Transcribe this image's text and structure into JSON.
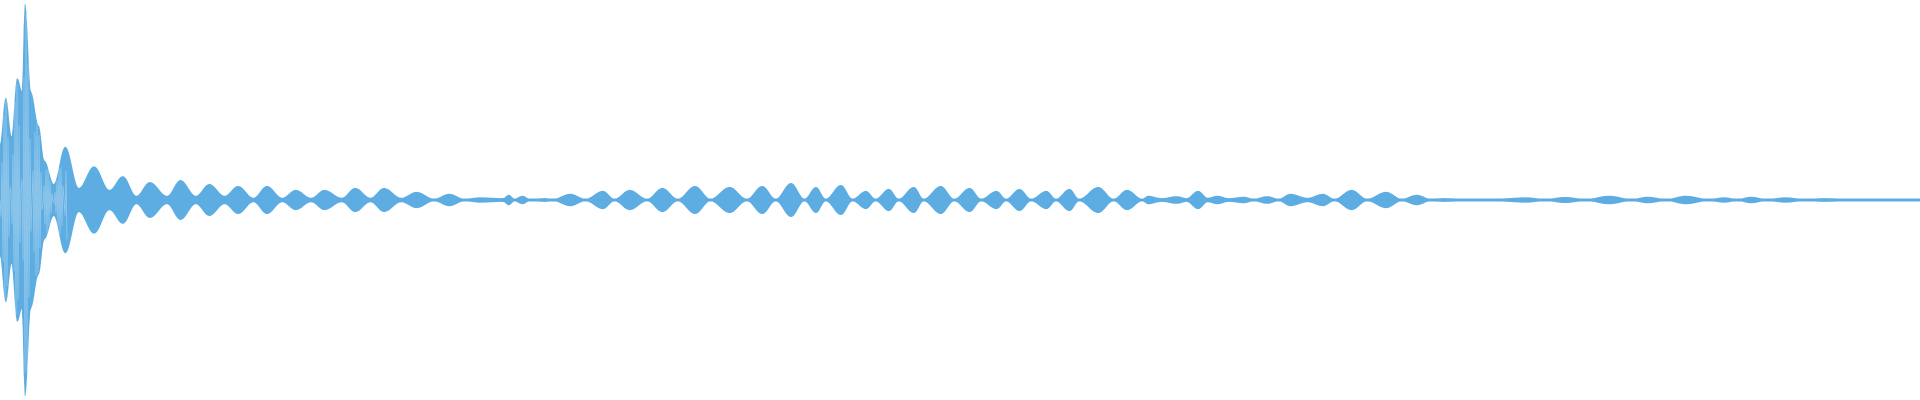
{
  "waveform": {
    "color": "#5dade2",
    "background": "#ffffff",
    "envelope": [
      [
        0.0,
        0.28
      ],
      [
        0.003,
        0.52
      ],
      [
        0.006,
        0.32
      ],
      [
        0.009,
        0.62
      ],
      [
        0.0115,
        0.55
      ],
      [
        0.013,
        1.0
      ],
      [
        0.016,
        0.55
      ],
      [
        0.02,
        0.38
      ],
      [
        0.023,
        0.2
      ],
      [
        0.028,
        0.08
      ],
      [
        0.034,
        0.27
      ],
      [
        0.041,
        0.06
      ],
      [
        0.049,
        0.17
      ],
      [
        0.057,
        0.05
      ],
      [
        0.064,
        0.12
      ],
      [
        0.071,
        0.02
      ],
      [
        0.078,
        0.09
      ],
      [
        0.087,
        0.02
      ],
      [
        0.094,
        0.1
      ],
      [
        0.102,
        0.02
      ],
      [
        0.109,
        0.08
      ],
      [
        0.117,
        0.02
      ],
      [
        0.124,
        0.07
      ],
      [
        0.132,
        0.01
      ],
      [
        0.139,
        0.07
      ],
      [
        0.147,
        0.01
      ],
      [
        0.154,
        0.05
      ],
      [
        0.162,
        0.01
      ],
      [
        0.169,
        0.05
      ],
      [
        0.178,
        0.01
      ],
      [
        0.185,
        0.06
      ],
      [
        0.193,
        0.01
      ],
      [
        0.2,
        0.06
      ],
      [
        0.209,
        0.01
      ],
      [
        0.217,
        0.04
      ],
      [
        0.226,
        0.005
      ],
      [
        0.234,
        0.03
      ],
      [
        0.242,
        0.005
      ],
      [
        0.25,
        0.012
      ],
      [
        0.262,
        0.008
      ],
      [
        0.265,
        0.025
      ],
      [
        0.268,
        0.005
      ],
      [
        0.272,
        0.02
      ],
      [
        0.276,
        0.005
      ],
      [
        0.284,
        0.008
      ],
      [
        0.288,
        0.004
      ],
      [
        0.297,
        0.03
      ],
      [
        0.305,
        0.005
      ],
      [
        0.314,
        0.045
      ],
      [
        0.32,
        0.005
      ],
      [
        0.328,
        0.05
      ],
      [
        0.337,
        0.005
      ],
      [
        0.345,
        0.06
      ],
      [
        0.353,
        0.005
      ],
      [
        0.362,
        0.07
      ],
      [
        0.37,
        0.005
      ],
      [
        0.38,
        0.065
      ],
      [
        0.389,
        0.005
      ],
      [
        0.397,
        0.07
      ],
      [
        0.404,
        0.005
      ],
      [
        0.412,
        0.085
      ],
      [
        0.419,
        0.005
      ],
      [
        0.425,
        0.065
      ],
      [
        0.43,
        0.005
      ],
      [
        0.438,
        0.075
      ],
      [
        0.444,
        0.005
      ],
      [
        0.451,
        0.045
      ],
      [
        0.456,
        0.005
      ],
      [
        0.463,
        0.055
      ],
      [
        0.468,
        0.005
      ],
      [
        0.476,
        0.065
      ],
      [
        0.481,
        0.005
      ],
      [
        0.49,
        0.07
      ],
      [
        0.497,
        0.005
      ],
      [
        0.505,
        0.06
      ],
      [
        0.511,
        0.005
      ],
      [
        0.519,
        0.045
      ],
      [
        0.524,
        0.005
      ],
      [
        0.531,
        0.055
      ],
      [
        0.537,
        0.005
      ],
      [
        0.545,
        0.045
      ],
      [
        0.55,
        0.005
      ],
      [
        0.557,
        0.055
      ],
      [
        0.562,
        0.005
      ],
      [
        0.572,
        0.065
      ],
      [
        0.58,
        0.005
      ],
      [
        0.587,
        0.05
      ],
      [
        0.595,
        0.005
      ],
      [
        0.598,
        0.02
      ],
      [
        0.605,
        0.008
      ],
      [
        0.613,
        0.018
      ],
      [
        0.618,
        0.008
      ],
      [
        0.624,
        0.045
      ],
      [
        0.629,
        0.01
      ],
      [
        0.634,
        0.02
      ],
      [
        0.64,
        0.008
      ],
      [
        0.648,
        0.015
      ],
      [
        0.653,
        0.005
      ],
      [
        0.66,
        0.018
      ],
      [
        0.666,
        0.005
      ],
      [
        0.672,
        0.03
      ],
      [
        0.681,
        0.01
      ],
      [
        0.689,
        0.03
      ],
      [
        0.695,
        0.005
      ],
      [
        0.704,
        0.05
      ],
      [
        0.712,
        0.005
      ],
      [
        0.722,
        0.04
      ],
      [
        0.73,
        0.005
      ],
      [
        0.738,
        0.025
      ],
      [
        0.745,
        0.005
      ],
      [
        0.752,
        0.008
      ],
      [
        0.765,
        0.004
      ],
      [
        0.78,
        0.006
      ],
      [
        0.795,
        0.012
      ],
      [
        0.805,
        0.004
      ],
      [
        0.815,
        0.014
      ],
      [
        0.826,
        0.004
      ],
      [
        0.838,
        0.02
      ],
      [
        0.85,
        0.004
      ],
      [
        0.858,
        0.015
      ],
      [
        0.868,
        0.004
      ],
      [
        0.878,
        0.02
      ],
      [
        0.89,
        0.004
      ],
      [
        0.898,
        0.012
      ],
      [
        0.905,
        0.004
      ],
      [
        0.912,
        0.015
      ],
      [
        0.92,
        0.004
      ],
      [
        0.93,
        0.012
      ],
      [
        0.94,
        0.004
      ],
      [
        0.95,
        0.008
      ],
      [
        0.965,
        0.004
      ],
      [
        0.975,
        0.006
      ],
      [
        0.985,
        0.004
      ],
      [
        1.0,
        0.004
      ]
    ],
    "carrier_cycles": 420,
    "baseline_level": 0.006
  }
}
